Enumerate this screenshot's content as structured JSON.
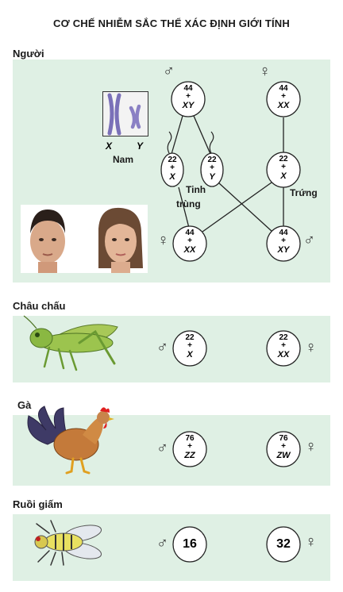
{
  "title": "CƠ CHẾ NHIỄM SẮC THỂ XÁC ĐỊNH GIỚI TÍNH",
  "colors": {
    "panel": "#dff0e4",
    "ink": "#1a1a1a"
  },
  "human": {
    "label": "Người",
    "male_symbol": "♂",
    "female_symbol": "♀",
    "chrom_x": "X",
    "chrom_y": "Y",
    "nam": "Nam",
    "tinh": "Tinh",
    "trung_sperm": "trùng",
    "trung_egg": "Trứng",
    "parent_male": {
      "top": "44",
      "plus": "+",
      "bottom": "XY"
    },
    "parent_female": {
      "top": "44",
      "plus": "+",
      "bottom": "XX"
    },
    "sperm_x": {
      "top": "22",
      "plus": "+",
      "bottom": "X"
    },
    "sperm_y": {
      "top": "22",
      "plus": "+",
      "bottom": "Y"
    },
    "egg": {
      "top": "22",
      "plus": "+",
      "bottom": "X"
    },
    "child_female": {
      "top": "44",
      "plus": "+",
      "bottom": "XX"
    },
    "child_male": {
      "top": "44",
      "plus": "+",
      "bottom": "XY"
    }
  },
  "grasshopper": {
    "label": "Châu chấu",
    "male_symbol": "♂",
    "female_symbol": "♀",
    "male": {
      "top": "22",
      "plus": "+",
      "bottom": "X"
    },
    "female": {
      "top": "22",
      "plus": "+",
      "bottom": "XX"
    }
  },
  "chicken": {
    "label": "Gà",
    "male_symbol": "♂",
    "female_symbol": "♀",
    "male": {
      "top": "76",
      "plus": "+",
      "bottom": "ZZ"
    },
    "female": {
      "top": "76",
      "plus": "+",
      "bottom": "ZW"
    }
  },
  "fly": {
    "label": "Ruồi giấm",
    "male_symbol": "♂",
    "female_symbol": "♀",
    "male": "16",
    "female": "32"
  }
}
